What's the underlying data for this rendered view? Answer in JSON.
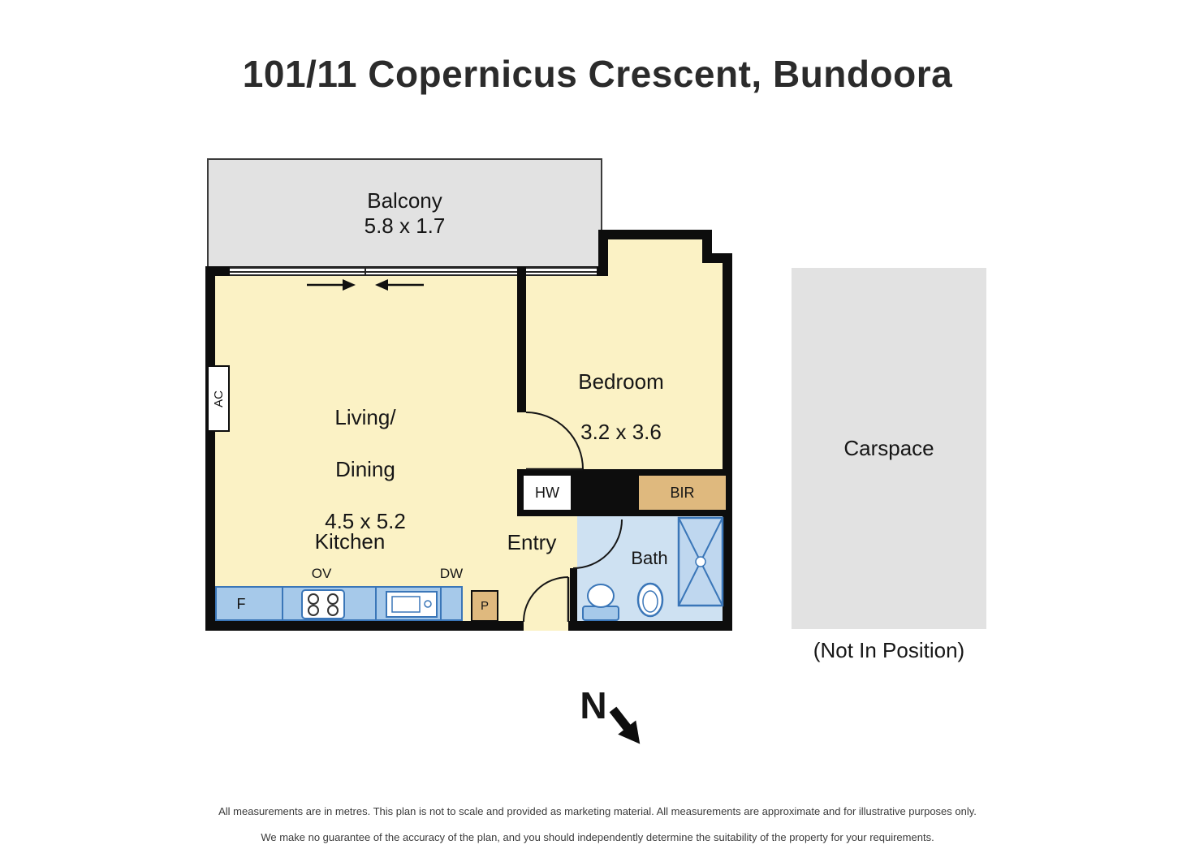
{
  "title": "101/11 Copernicus Crescent, Bundoora",
  "rooms": {
    "balcony": {
      "name": "Balcony",
      "dims": "5.8 x 1.7"
    },
    "living": {
      "line1": "Living/",
      "line2": "Dining",
      "dims": "4.5 x 5.2"
    },
    "bedroom": {
      "name": "Bedroom",
      "dims": "3.2 x 3.6"
    },
    "kitchen": "Kitchen",
    "entry": "Entry",
    "bath": "Bath",
    "carspace": "Carspace",
    "carspace_note": "(Not In Position)"
  },
  "fixtures": {
    "ac": "AC",
    "hw": "HW",
    "bir": "BIR",
    "ov": "OV",
    "dw": "DW",
    "fridge": "F",
    "pantry": "P"
  },
  "compass": {
    "north": "N"
  },
  "disclaimer": {
    "line1": "All measurements are in metres. This plan is not to scale and provided as marketing material. All measurements are approximate and for illustrative purposes only.",
    "line2": "We make no guarantee of the accuracy of the plan, and you should independently determine the suitability of the property for your requirements."
  },
  "colors": {
    "floor": "#FBF2C5",
    "wall": "#0D0D0D",
    "outdoor": "#E2E2E2",
    "fixture_blue": "#A6C9EA",
    "fixture_blue_dark": "#3A76B8",
    "bath_floor": "#CEE1F2",
    "wardrobe_tan": "#DFB97E"
  }
}
